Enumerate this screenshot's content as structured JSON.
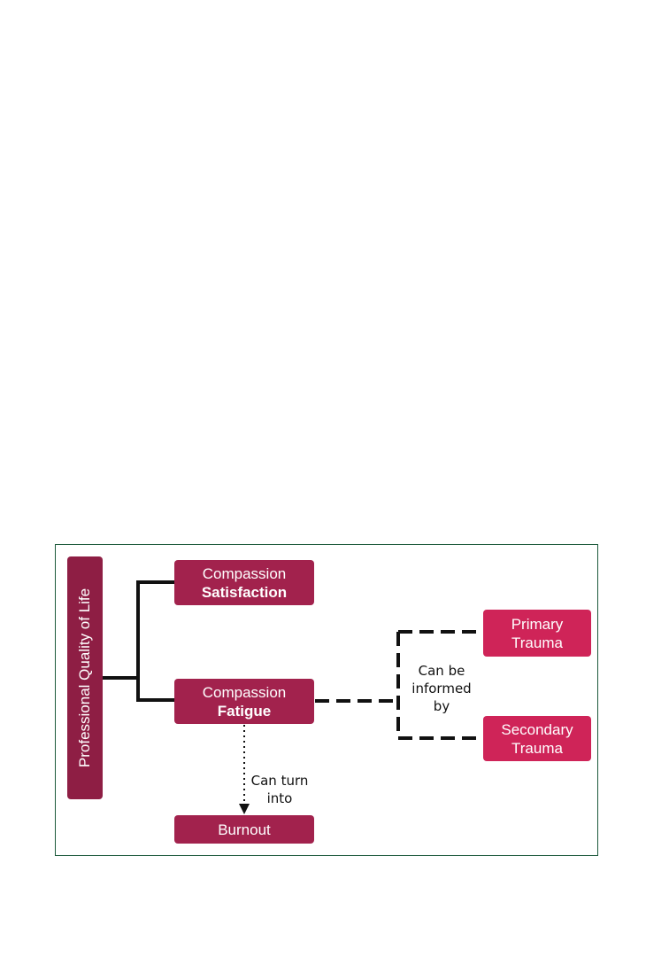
{
  "diagram": {
    "root": {
      "label": "Professional Quality of Life"
    },
    "satisfaction": {
      "line1": "Compassion",
      "line2": "Satisfaction"
    },
    "fatigue": {
      "line1": "Compassion",
      "line2": "Fatigue"
    },
    "burnout": {
      "label": "Burnout"
    },
    "primary": {
      "line1": "Primary",
      "line2": "Trauma"
    },
    "secondary": {
      "line1": "Secondary",
      "line2": "Trauma"
    },
    "turn_label": {
      "line1": "Can turn",
      "line2": "into"
    },
    "informed_label": {
      "line1": "Can be",
      "line2": "informed",
      "line3": "by"
    }
  },
  "colors": {
    "root_box": "#8e1e44",
    "compassion_boxes": "#a2224d",
    "trauma_boxes": "#cf2458",
    "frame_border": "#1d5a3c",
    "connector": "#111111"
  }
}
